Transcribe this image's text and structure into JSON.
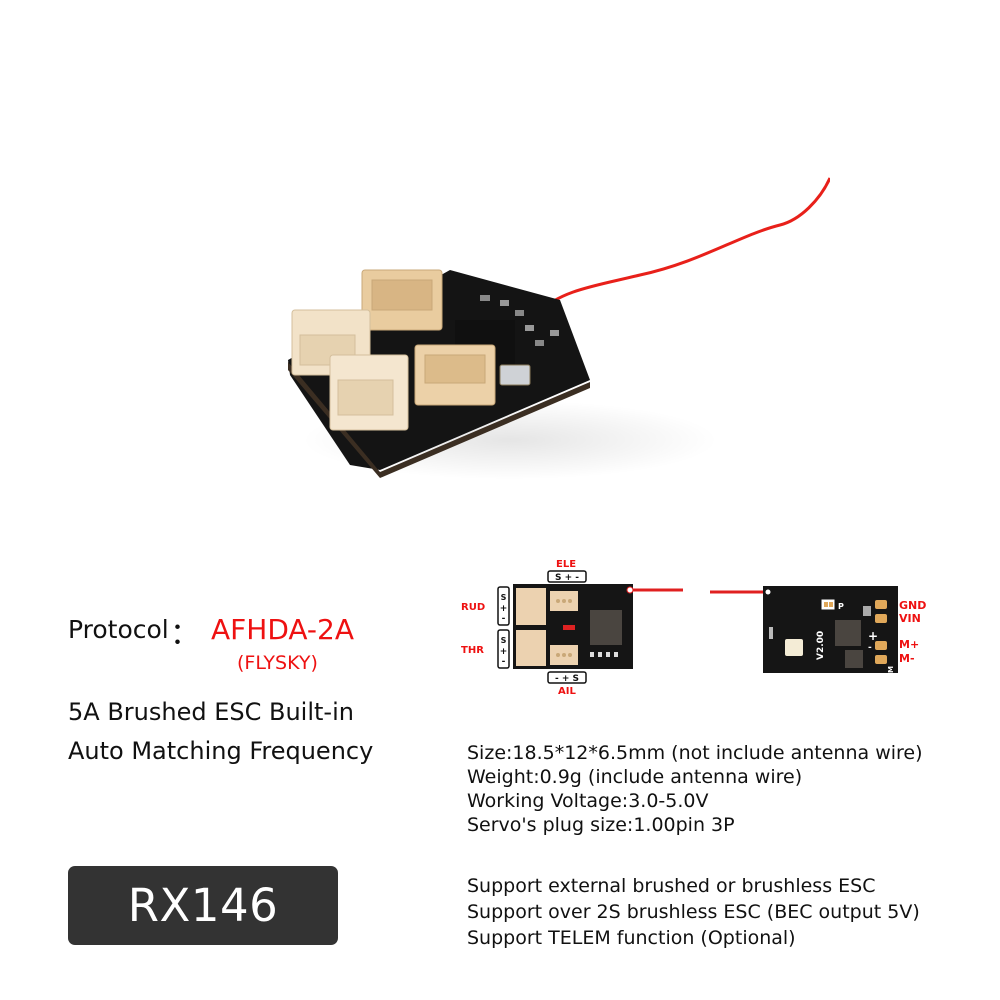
{
  "product": {
    "model": "RX146",
    "protocol_label": "Protocol",
    "protocol_colon": "：",
    "protocol_value": "AFHDA-2A",
    "protocol_brand": "(FLYSKY)",
    "features": [
      "5A Brushed ESC Built-in",
      "Auto Matching Frequency"
    ]
  },
  "specs": [
    "Size:18.5*12*6.5mm (not include antenna wire)",
    "Weight:0.9g (include antenna wire)",
    "Working Voltage:3.0-5.0V",
    "Servo's plug size:1.00pin 3P"
  ],
  "support": [
    "Support external brushed or brushless ESC",
    "Support over 2S brushless ESC (BEC output 5V)",
    "Support TELEM function (Optional)"
  ],
  "pinout_front": {
    "top_label": "ELE",
    "top_pins": "S + -",
    "bottom_label": "AIL",
    "bottom_pins": "- + S",
    "left_top_label": "RUD",
    "left_bottom_label": "THR",
    "left_pins": [
      "S",
      "+",
      "-"
    ]
  },
  "pinout_back": {
    "version": "V2.00",
    "pad_p": "P",
    "labels": [
      "GND",
      "VIN",
      "M+",
      "M-"
    ],
    "plus_mark": "+",
    "minus_mark": "-",
    "m_mark": "M"
  },
  "colors": {
    "accent_red": "#ee1111",
    "badge_bg": "#333333",
    "pcb": "#151515",
    "connector": "#ecd2b0"
  }
}
